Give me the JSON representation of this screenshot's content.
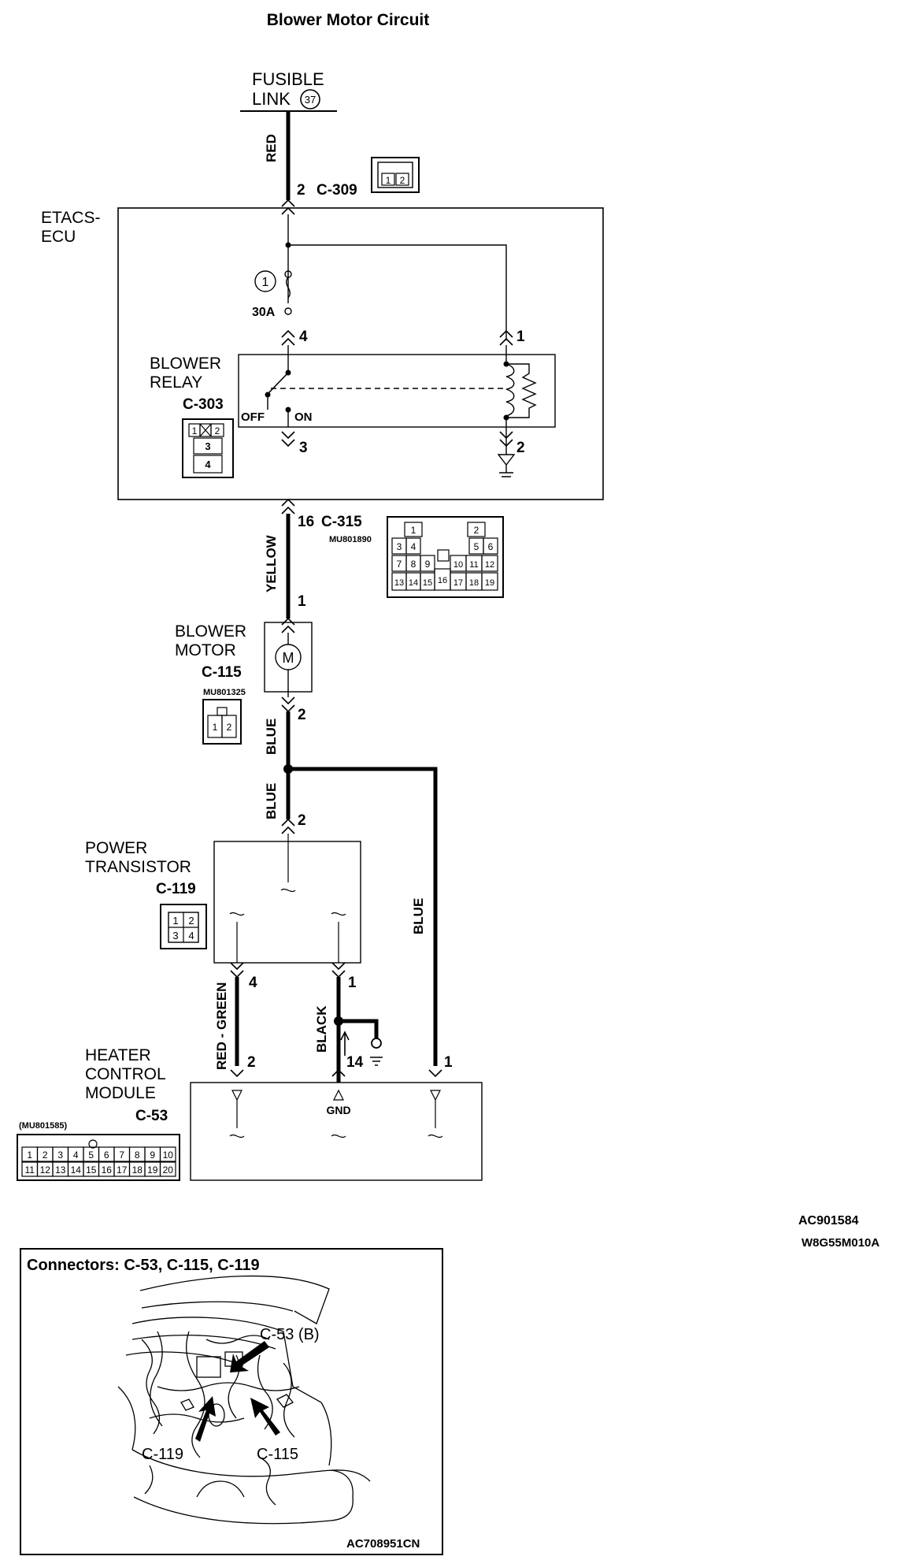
{
  "title": "Blower Motor Circuit",
  "fusible_link": {
    "line1": "FUSIBLE",
    "line2": "LINK",
    "number": "37"
  },
  "etacs": {
    "line1": "ETACS-",
    "line2": "ECU"
  },
  "fuse": {
    "number": "1",
    "rating": "30A"
  },
  "blower_relay": {
    "line1": "BLOWER",
    "line2": "RELAY",
    "connector": "C-303",
    "off": "OFF",
    "on": "ON",
    "cells": [
      "1",
      "2",
      "3",
      "4"
    ]
  },
  "c309": {
    "label": "C-309",
    "pin": "2",
    "cells": [
      "1",
      "2"
    ]
  },
  "c315": {
    "label": "C-315",
    "pin": "16",
    "part": "MU801890",
    "rows": [
      [
        "1",
        "2"
      ],
      [
        "3",
        "4",
        "5",
        "6"
      ],
      [
        "7",
        "8",
        "9",
        "10",
        "11",
        "12"
      ],
      [
        "13",
        "14",
        "15",
        "16",
        "17",
        "18",
        "19"
      ]
    ]
  },
  "wires": {
    "red": "RED",
    "yellow": "YELLOW",
    "blue1": "BLUE",
    "blue2": "BLUE",
    "blue3": "BLUE",
    "red_green": "RED - GREEN",
    "black": "BLACK"
  },
  "blower_motor": {
    "line1": "BLOWER",
    "line2": "MOTOR",
    "connector": "C-115",
    "part": "MU801325",
    "symbol": "M",
    "cells": [
      "1",
      "2"
    ]
  },
  "power_transistor": {
    "line1": "POWER",
    "line2": "TRANSISTOR",
    "connector": "C-119",
    "cells": [
      "1",
      "2",
      "3",
      "4"
    ]
  },
  "heater_module": {
    "line1": "HEATER",
    "line2": "CONTROL",
    "line3": "MODULE",
    "connector": "C-53",
    "part": "(MU801585)",
    "gnd": "GND",
    "row1": [
      "1",
      "2",
      "3",
      "4",
      "5",
      "6",
      "7",
      "8",
      "9",
      "10"
    ],
    "row2": [
      "11",
      "12",
      "13",
      "14",
      "15",
      "16",
      "17",
      "18",
      "19",
      "20"
    ]
  },
  "pins": {
    "relay_4": "4",
    "relay_1": "1",
    "relay_3": "3",
    "relay_2": "2",
    "motor_1": "1",
    "motor_2": "2",
    "pt_2": "2",
    "pt_4": "4",
    "pt_1": "1",
    "hcm_2": "2",
    "hcm_14": "14",
    "hcm_1": "1"
  },
  "refs": {
    "code1": "AC901584",
    "code2": "W8G55M010A"
  },
  "inset": {
    "title": "Connectors: C-53, C-115, C-119",
    "c53": "C-53 (B)",
    "c119": "C-119",
    "c115": "C-115",
    "code": "AC708951CN"
  }
}
